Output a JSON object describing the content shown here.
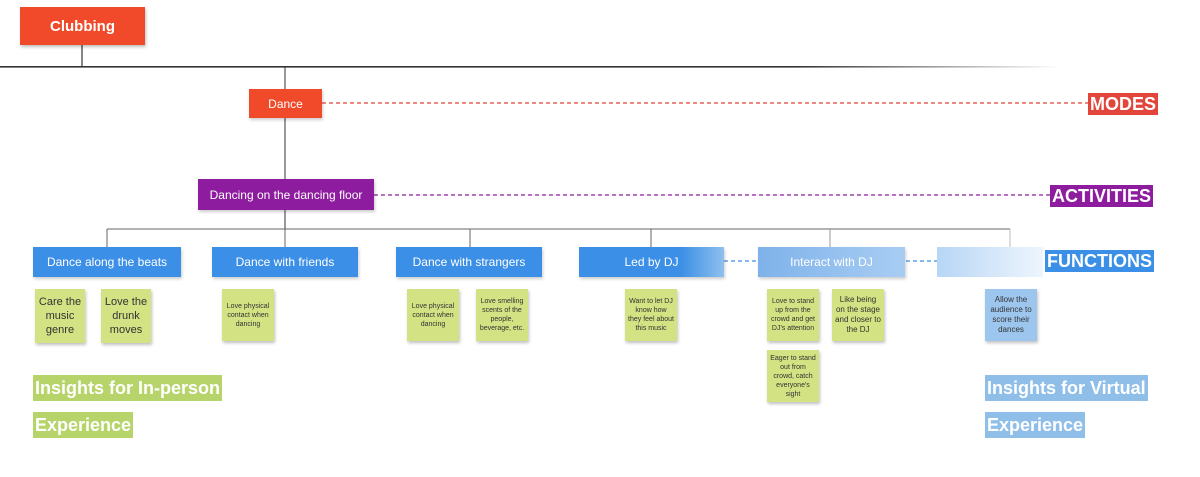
{
  "root": {
    "label": "Clubbing"
  },
  "mode": {
    "label": "Dance"
  },
  "activity": {
    "label": "Dancing on the dancing floor"
  },
  "tags": {
    "modes": "MODES",
    "activities": "ACTIVITIES",
    "functions": "FUNCTIONS"
  },
  "functions": [
    {
      "label": "Dance along the beats"
    },
    {
      "label": "Dance with friends"
    },
    {
      "label": "Dance with strangers"
    },
    {
      "label": "Led by DJ"
    },
    {
      "label": "Interact with DJ"
    },
    {
      "label": ""
    }
  ],
  "stickies": [
    "Care the music genre",
    "Love the drunk moves",
    "Love physical contact when dancing",
    "Love physical contact when dancing",
    "Love smelling scents of the people, beverage, etc.",
    "Want to let DJ know how they feel about this music",
    "Love to stand up from the crowd and get DJ's attention",
    "Like being on the stage and closer to the DJ",
    "Eager to stand out from crowd, catch everyone's sight",
    "Allow the audience to score their dances"
  ],
  "insights": {
    "inperson_line1": "Insights for In-person",
    "inperson_line2": "Experience",
    "virtual_line1": "Insights for Virtual",
    "virtual_line2": "Experience"
  },
  "colors": {
    "root": "#f04a2b",
    "mode": "#f04a2b",
    "activity": "#8d1c9e",
    "function": "#3b8fe6",
    "sticky_green": "#d3e283",
    "sticky_blue": "#9dc6ef",
    "insight_green": "#b6d46a",
    "insight_blue": "#8fbfe9"
  }
}
